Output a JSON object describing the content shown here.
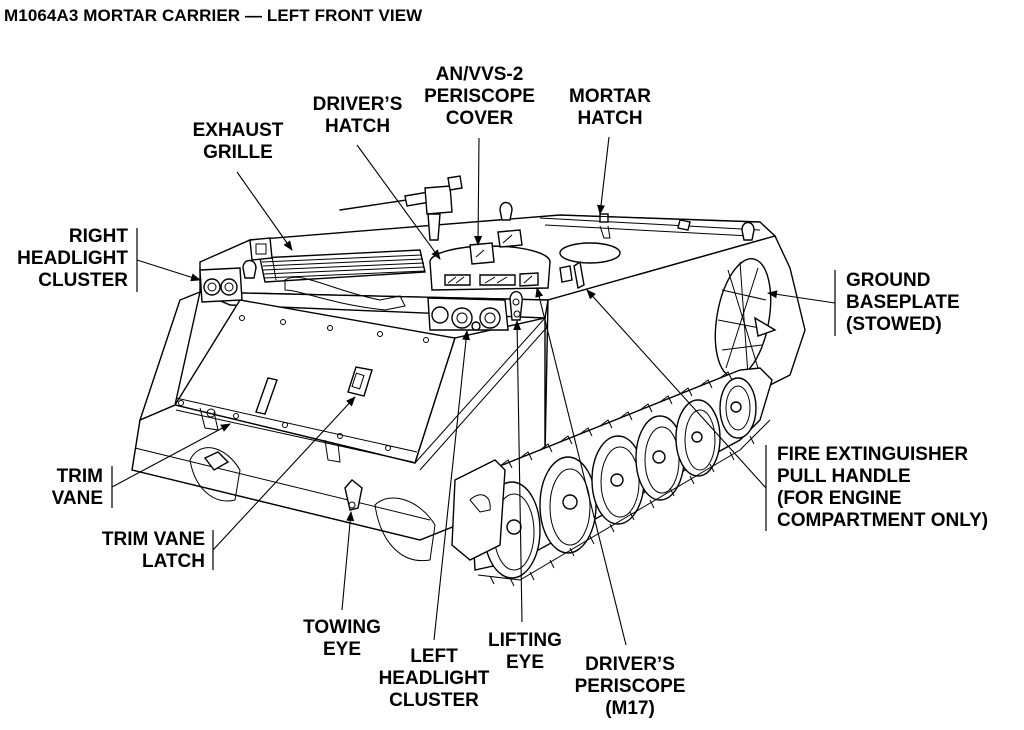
{
  "title": "M1064A3 MORTAR CARRIER — LEFT FRONT VIEW",
  "callouts": {
    "exhaust_grille": "EXHAUST\nGRILLE",
    "drivers_hatch": "DRIVER’S\nHATCH",
    "periscope_cover": "AN/VVS-2\nPERISCOPE\nCOVER",
    "mortar_hatch": "MORTAR\nHATCH",
    "right_headlight": "RIGHT\nHEADLIGHT\nCLUSTER",
    "ground_baseplate": "GROUND\nBASEPLATE\n(STOWED)",
    "fire_extinguisher": "FIRE EXTINGUISHER\nPULL HANDLE\n(FOR ENGINE\nCOMPARTMENT ONLY)",
    "trim_vane": "TRIM\nVANE",
    "trim_vane_latch": "TRIM VANE\nLATCH",
    "towing_eye": "TOWING\nEYE",
    "left_headlight": "LEFT\nHEADLIGHT\nCLUSTER",
    "lifting_eye": "LIFTING\nEYE",
    "drivers_periscope": "DRIVER’S\nPERISCOPE\n(M17)"
  }
}
